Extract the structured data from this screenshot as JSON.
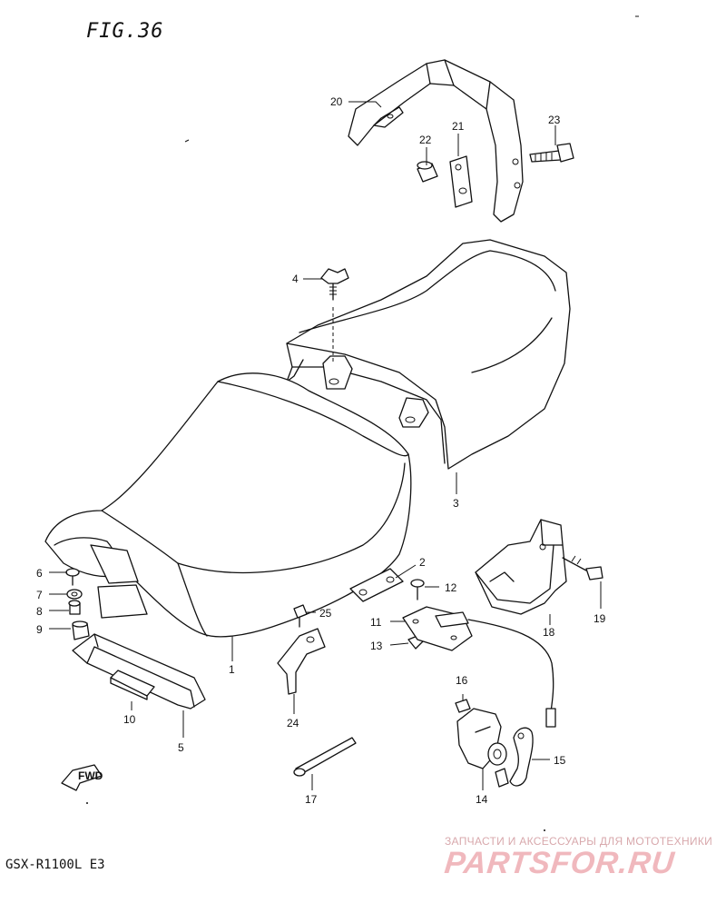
{
  "figure_title": "FIG.36",
  "model": "GSX-R1100L E3",
  "watermark": {
    "tagline": "ЗАПЧАСТИ И АКСЕССУАРЫ ДЛЯ МОТОТЕХНИКИ",
    "brand": "PARTSFOR.RU"
  },
  "fwd_label": "FWD",
  "callouts": [
    "1",
    "2",
    "3",
    "4",
    "5",
    "6",
    "7",
    "8",
    "9",
    "10",
    "11",
    "12",
    "13",
    "14",
    "15",
    "16",
    "17",
    "18",
    "19",
    "20",
    "21",
    "22",
    "23",
    "24",
    "25"
  ]
}
